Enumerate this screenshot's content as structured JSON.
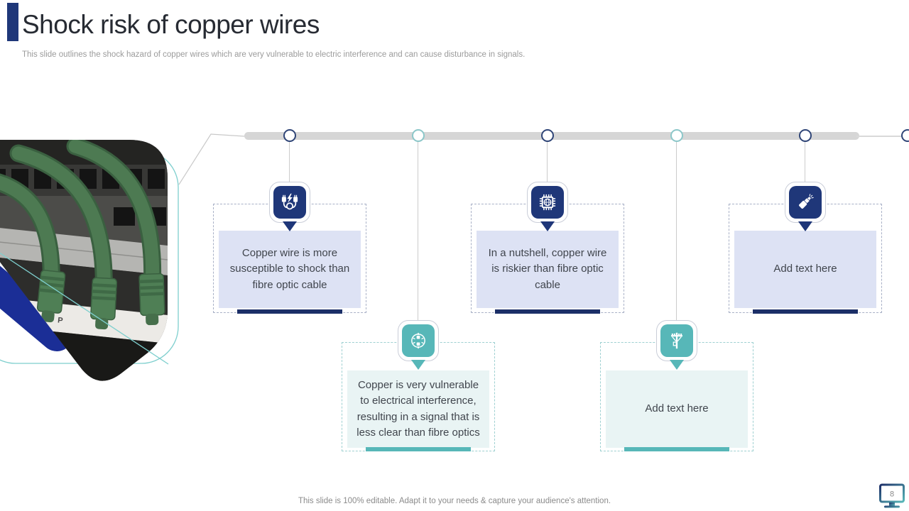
{
  "header": {
    "title": "Shock risk of copper wires",
    "subtitle": "This slide outlines the shock hazard of copper wires which are very vulnerable to electric interference and can cause disturbance in signals."
  },
  "timeline": {
    "items": [
      {
        "icon": "shock-plug-icon",
        "theme": "navy",
        "row": "top",
        "text": "Copper wire is more susceptible to shock than fibre optic cable"
      },
      {
        "icon": "signal-interference-icon",
        "theme": "teal",
        "row": "bottom",
        "text": "Copper is very vulnerable to electrical interference, resulting in a signal that is less clear than fibre optics"
      },
      {
        "icon": "chip-globe-icon",
        "theme": "navy",
        "row": "top",
        "text": "In a nutshell, copper wire is riskier than fibre optic cable"
      },
      {
        "icon": "utility-pole-icon",
        "theme": "teal",
        "row": "bottom",
        "text": "Add text here"
      },
      {
        "icon": "fibre-optic-cable-icon",
        "theme": "navy",
        "row": "top",
        "text": "Add text here"
      }
    ]
  },
  "photo": {
    "alt": "green ethernet cables plugged into a network switch",
    "label_text": "R P"
  },
  "footer": {
    "note": "This slide is 100% editable. Adapt it to your needs & capture your audience's attention.",
    "page_number": "8"
  },
  "colors": {
    "navy": "#1f3779",
    "navy_dark": "#1c2f68",
    "teal": "#57b7b8",
    "lavender_fill": "#dde2f4",
    "teal_fill": "#e9f4f4",
    "timeline_gray": "#d6d6d6",
    "band_blue": "#1b2e96"
  }
}
